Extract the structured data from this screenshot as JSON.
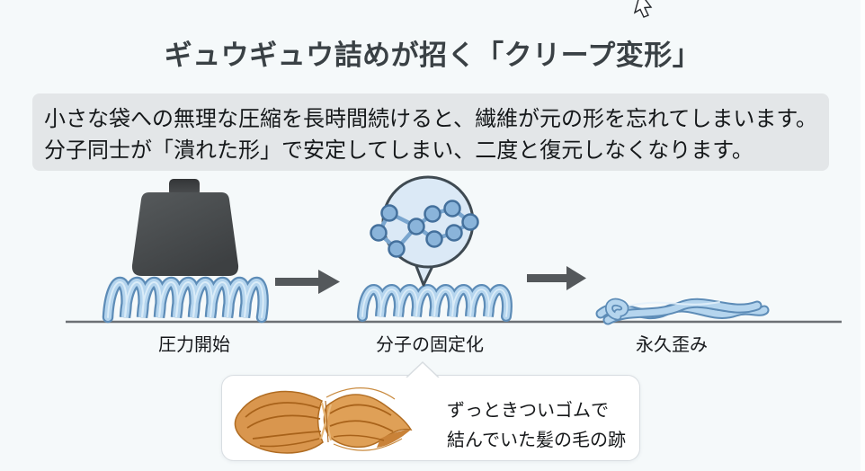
{
  "header": {
    "title": "ギュウギュウ詰めが招く「クリープ変形」"
  },
  "description": {
    "line1": "小さな袋への無理な圧縮を長時間続けると、繊維が元の形を忘れてしまいます。",
    "line2": "分子同士が「潰れた形」で安定してしまい、二度と復元しなくなります。"
  },
  "diagram": {
    "stages": [
      {
        "label": "圧力開始",
        "icon": "weight-on-spring-icon"
      },
      {
        "label": "分子の固定化",
        "icon": "molecule-magnifier-icon"
      },
      {
        "label": "永久歪み",
        "icon": "flattened-fiber-icon"
      }
    ],
    "arrow_icon": "arrow-right-icon"
  },
  "callout": {
    "line1": "ずっときついゴムで",
    "line2": "結んでいた髪の毛の跡",
    "icon": "tied-ponytail-icon"
  },
  "colors": {
    "background": "#f5f9fa",
    "description_box": "#e3e6e8",
    "title_text": "#3a4145",
    "body_text": "#15181a",
    "spring_fill": "#b5d5ee",
    "spring_outline": "#5d8cb7",
    "bubble_fill": "#dbe9f6",
    "bubble_outline": "#3f4a52",
    "molecule_node": "#8ab4da",
    "molecule_link": "#7aa6cf",
    "weight_gray": "#47494b",
    "arrow_gray": "#54585b",
    "ground_line": "#6c7074",
    "hair_orange": "#d9964e",
    "hair_outline": "#b06c22",
    "callout_border": "#d8dde1"
  }
}
